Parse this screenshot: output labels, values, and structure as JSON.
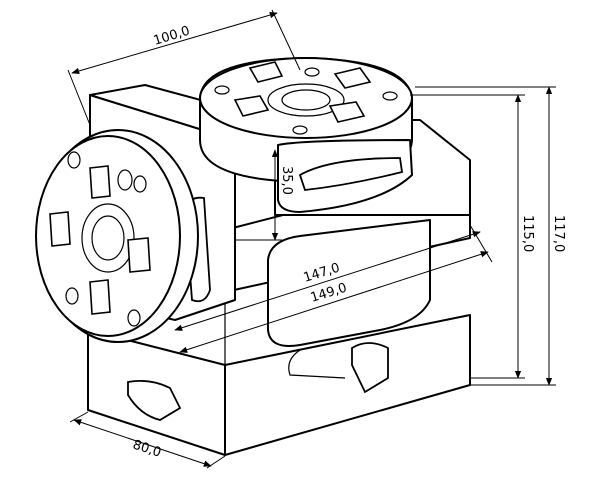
{
  "dimensions": {
    "top_width": "100,0",
    "height_offset": "35,0",
    "inner_length": "147,0",
    "outer_length": "149,0",
    "inner_height": "115,0",
    "outer_height": "117,0",
    "base_depth": "80,0"
  }
}
